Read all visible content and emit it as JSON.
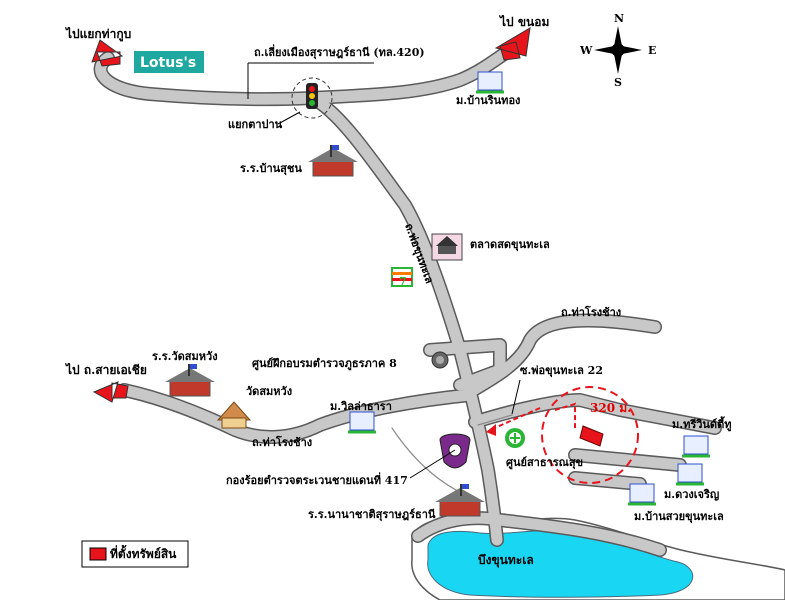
{
  "labels": {
    "to_kaeng_tha_kup": "ไปแยกท่ากูบ",
    "to_khanom": "ไป ขนอม",
    "bypass_road": "ถ.เลี่ยงเมืองสุราษฎร์ธานี (ทล.420)",
    "ta_pan_junction": "แยกตาปาน",
    "ban_rin_thong": "ม.บ้านรินทอง",
    "ban_suchon_school": "ร.ร.บ้านสุชน",
    "por_khun_thale_road": "ถ.พ่อขุนทะเล",
    "fresh_market": "ตลาดสดขุนทะเล",
    "tha_rong_chang_road_top": "ถ.ท่าโรงช้าง",
    "to_sai_asia": "ไป ถ.สายเอเชีย",
    "wat_som_wang_school": "ร.ร.วัดสมหวัง",
    "wat_som_wang": "วัดสมหวัง",
    "police_training_center": "ศูนย์ฝึกอบรมตำรวจภูธรภาค 8",
    "soi_por_khun_thale_22": "ซ.พ่อขุนทะเล 22",
    "villa_thara": "ม.วิลล่าธารา",
    "distance": "320 ม.",
    "village_treevin": "ม.ทรีวินด์ตี้ทู",
    "tha_rong_chang_road_bottom": "ถ.ท่าโรงช้าง",
    "health_center": "ศูนย์สาธารณสุข",
    "border_patrol": "กองร้อยตำรวจตระเวนชายแดนที่ 417",
    "village_duang_charoen": "ม.ดวงเจริญ",
    "village_suan_khun_thale": "ม.บ้านสวยขุนทะเล",
    "international_school": "ร.ร.นานาชาติสุราษฎร์ธานี",
    "lake": "บึงขุนทะเล",
    "legend_property": "ที่ตั้งทรัพย์สิน"
  },
  "brand": {
    "lotus": "Lotus's"
  },
  "compass": {
    "n": "N",
    "s": "S",
    "e": "E",
    "w": "W"
  },
  "seven_eleven": {
    "digit": "7"
  },
  "colors": {
    "road_fill": "#c8c8c8",
    "road_edge": "#5a5a5a",
    "arrow_red": "#e8141c",
    "lake": "#19d6f2",
    "lotus_bg": "#1ea8a0",
    "property": "#e8141c"
  },
  "icons": [
    "traffic-light-icon",
    "school-icon",
    "village-house-icon",
    "market-icon",
    "seven-eleven-icon",
    "temple-icon",
    "police-seal-icon",
    "health-center-icon",
    "compass-icon",
    "property-marker-icon"
  ]
}
